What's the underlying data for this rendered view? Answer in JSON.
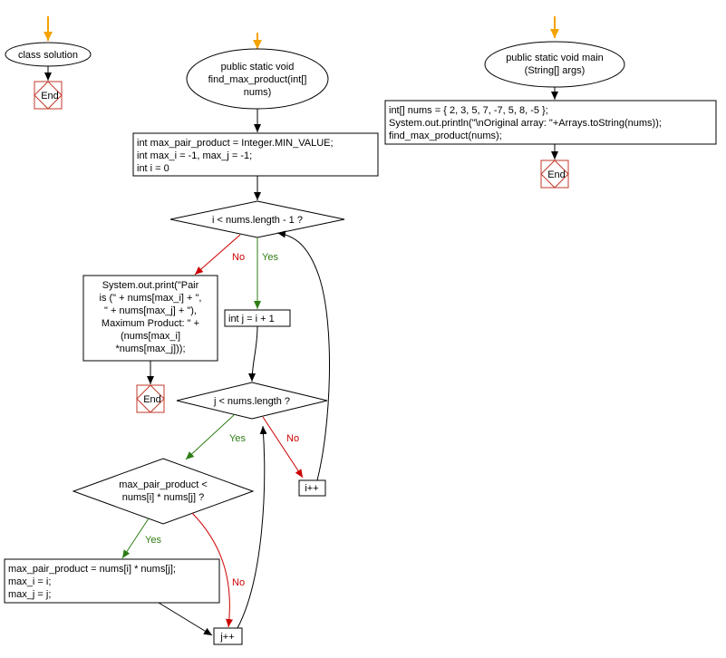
{
  "colors": {
    "start_arrow": "#f4a300",
    "yes": "#2e7d16",
    "no": "#cc0000",
    "end_border": "#c0392b",
    "line": "#000000"
  },
  "class_box": {
    "label": "class solution",
    "end_label": "End"
  },
  "method": {
    "header_lines": [
      "public static void",
      "find_max_product(int[]",
      "nums)"
    ],
    "init_lines": [
      "int max_pair_product = Integer.MIN_VALUE;",
      "int max_i = -1, max_j = -1;",
      "int i = 0"
    ],
    "cond_i": "i < nums.length - 1 ?",
    "no_label_1": "No",
    "yes_label_1": "Yes",
    "print_lines": [
      "System.out.print(\"Pair",
      "is (\" + nums[max_i] + \",",
      "\" + nums[max_j] + \"),",
      "Maximum Product: \" +",
      "(nums[max_i]",
      "*nums[max_j]));"
    ],
    "end_label": "End",
    "init_j": "int j = i + 1",
    "cond_j": "j < nums.length ?",
    "yes_label_2": "Yes",
    "no_label_2": "No",
    "i_incr": "i++",
    "cond_prod_lines": [
      "max_pair_product <",
      "nums[i] * nums[j] ?"
    ],
    "yes_label_3": "Yes",
    "no_label_3": "No",
    "update_lines": [
      "max_pair_product = nums[i] * nums[j];",
      "max_i = i;",
      "max_j = j;"
    ],
    "j_incr": "j++"
  },
  "main": {
    "header_lines": [
      "public static void main",
      "(String[] args)"
    ],
    "body_lines": [
      "int[] nums = { 2, 3, 5, 7, -7, 5, 8, -5 };",
      "System.out.println(\"\\nOriginal array: \"+Arrays.toString(nums));",
      "find_max_product(nums);"
    ],
    "end_label": "End"
  }
}
